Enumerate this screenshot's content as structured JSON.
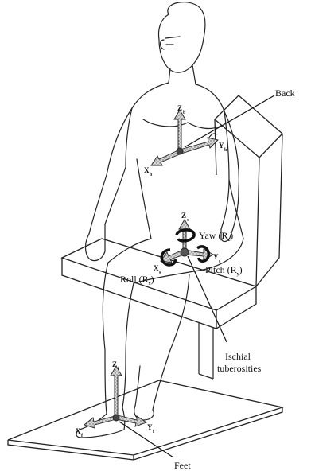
{
  "figure": {
    "labels": {
      "back": "Back",
      "ischial_line1": "Ischial",
      "ischial_line2": "tuberosities",
      "feet": "Feet"
    },
    "axes": {
      "back": {
        "z": "Z",
        "x": "X",
        "y": "Y",
        "sub": "b"
      },
      "seat": {
        "z": "Z",
        "x": "X",
        "y": "Y",
        "sub": "s"
      },
      "feet": {
        "z": "Z",
        "x": "X",
        "y": "Y",
        "sub": "f"
      }
    },
    "rotations": {
      "yaw": "Yaw (R",
      "pitch": "Pitch (R",
      "roll": "Roll (R",
      "yaw_sub": "z",
      "pitch_sub": "y",
      "roll_sub": "x",
      "close": ")"
    }
  }
}
